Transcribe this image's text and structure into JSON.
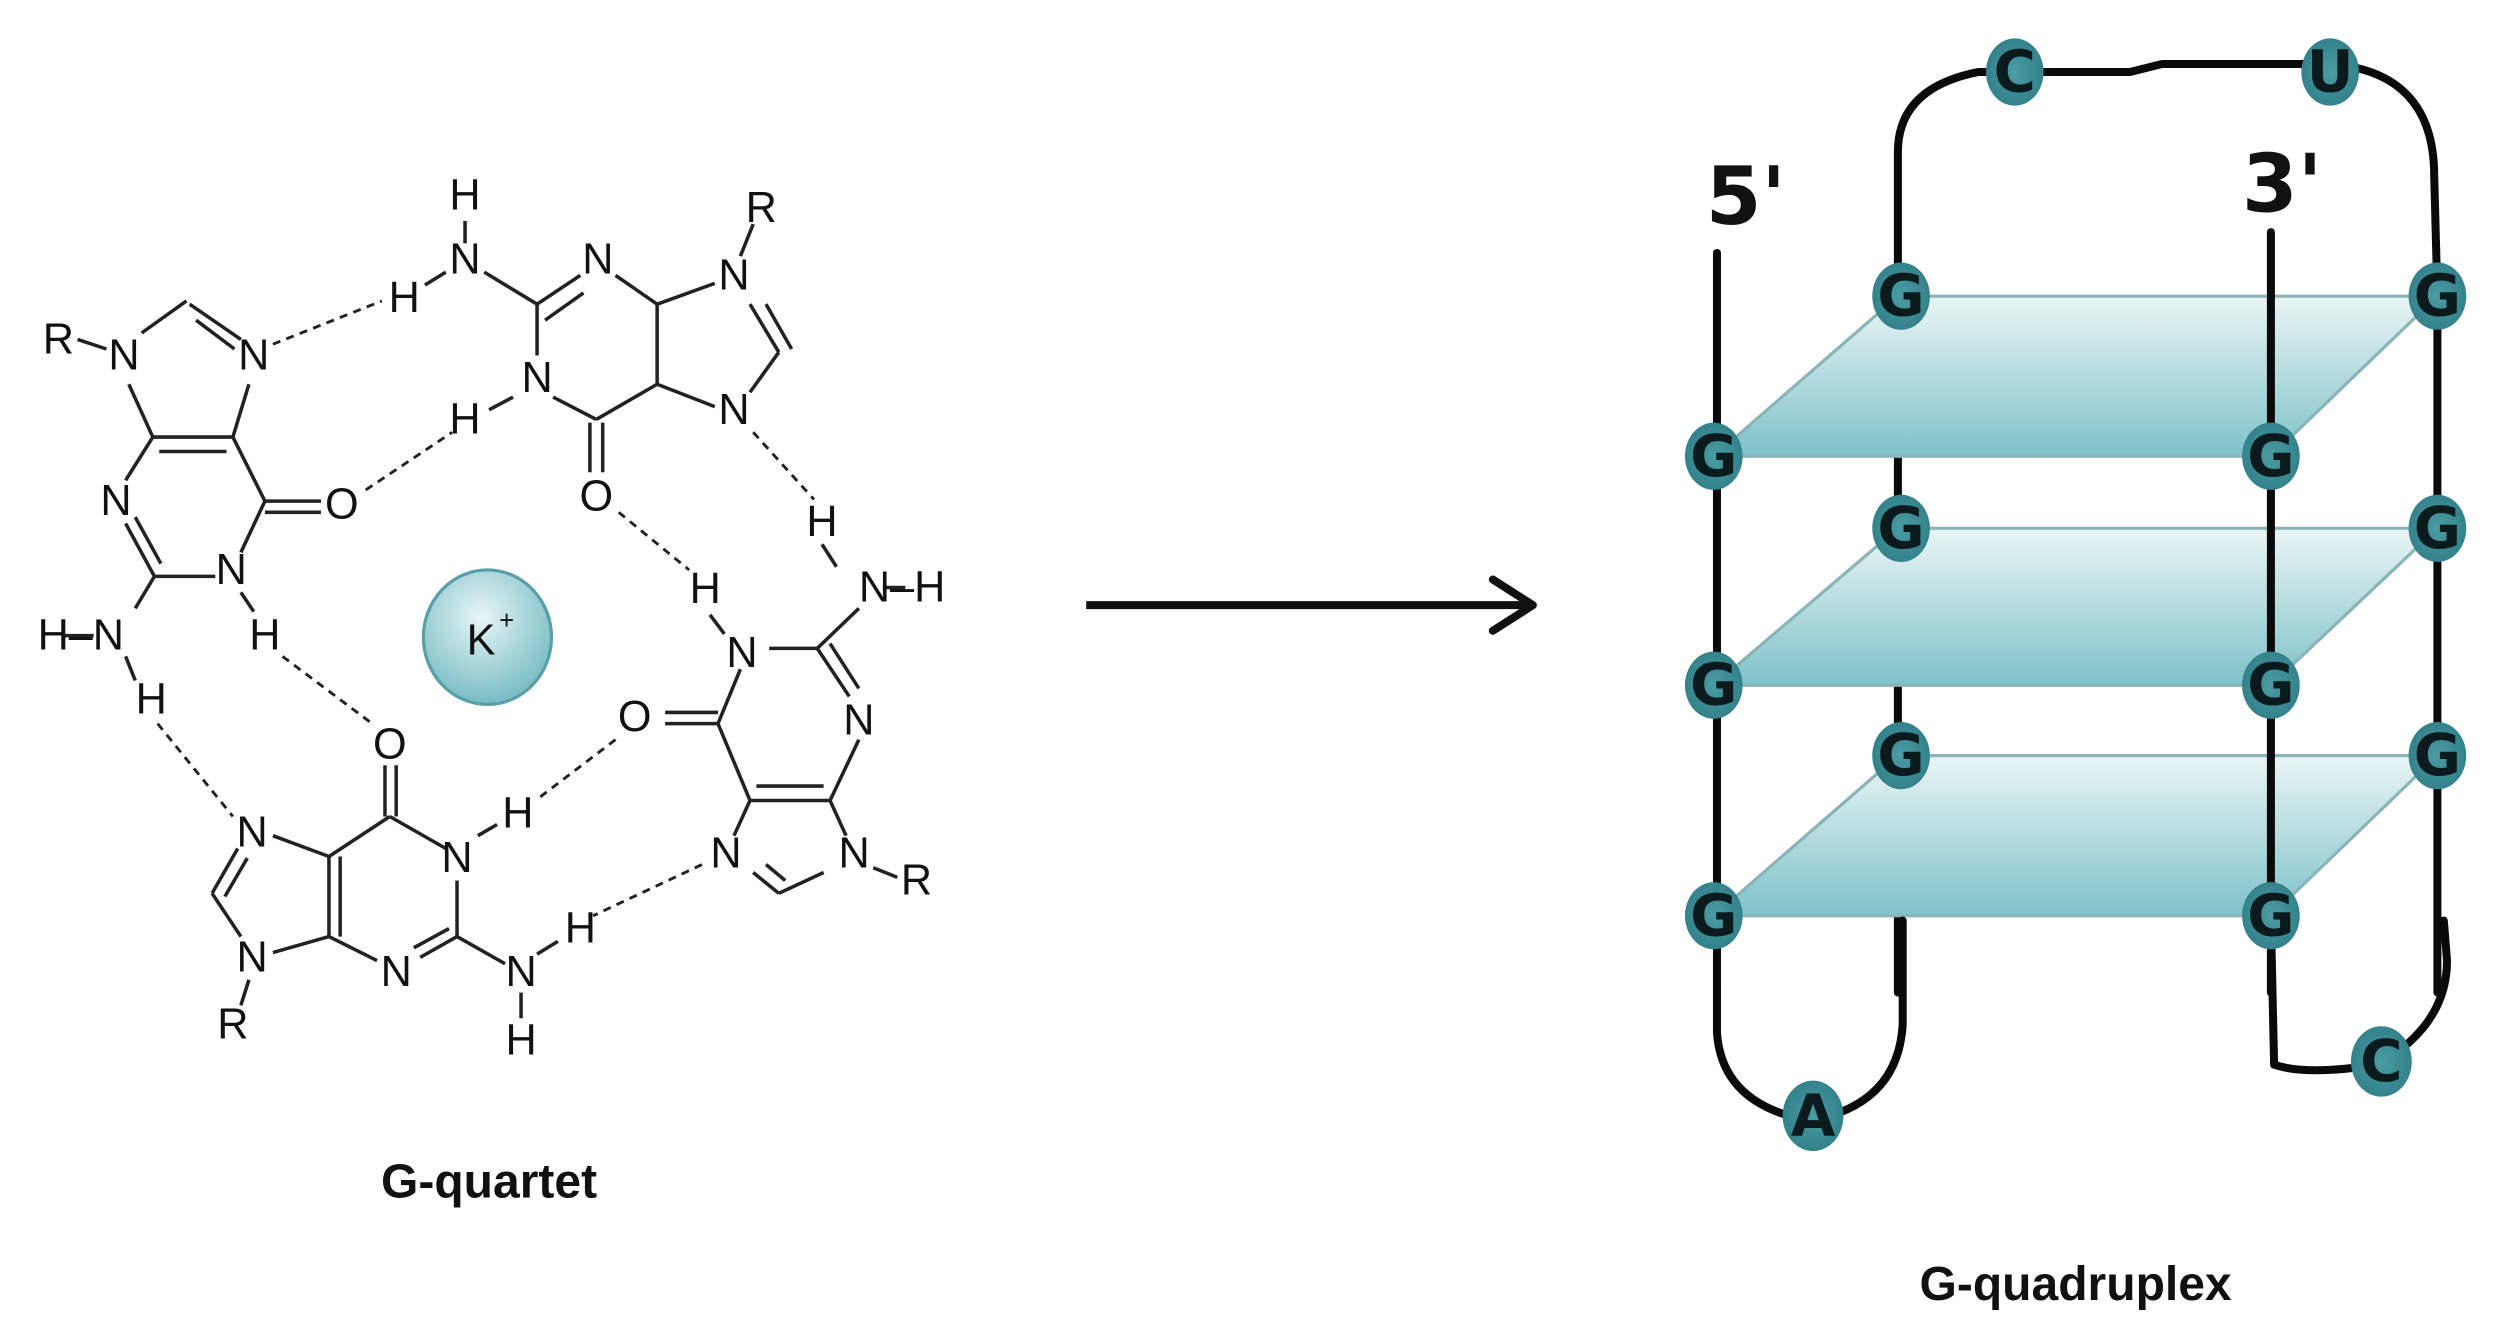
{
  "figure": {
    "left_panel": {
      "caption": "G-quartet",
      "ion": {
        "symbol": "K",
        "charge": "+"
      },
      "atom_labels": {
        "R": "R",
        "N": "N",
        "O": "O",
        "H": "H",
        "NH": "N–H",
        "HN": "H–N"
      }
    },
    "arrow": {
      "direction": "right"
    },
    "right_panel": {
      "caption": "G-quadruplex",
      "five_prime": "5'",
      "three_prime": "3'",
      "loop_top": [
        "C",
        "U"
      ],
      "loop_bottom_left": [
        "A"
      ],
      "loop_bottom_right": [
        "C"
      ],
      "tetrads": [
        {
          "bases": [
            "G",
            "G",
            "G",
            "G"
          ]
        },
        {
          "bases": [
            "G",
            "G",
            "G",
            "G"
          ]
        },
        {
          "bases": [
            "G",
            "G",
            "G",
            "G"
          ]
        }
      ]
    },
    "colors": {
      "nucleotide": "#3f8f97",
      "plane_top": "#e6f3f4",
      "plane_bottom": "#7cc1c8",
      "ion_fill": "#9fd0d5",
      "line": "#111111"
    }
  }
}
